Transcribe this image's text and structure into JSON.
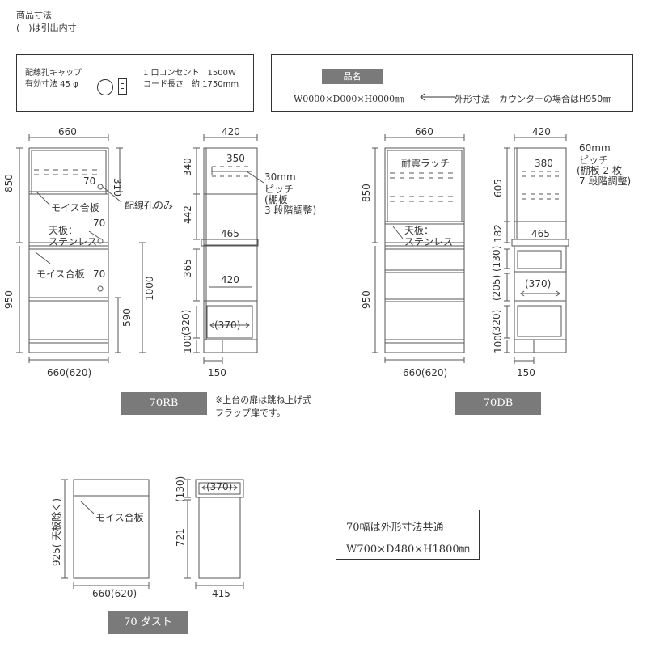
{
  "header": {
    "title": "商品寸法",
    "subtitle": "(　)は引出内寸"
  },
  "info_left": {
    "cap_label_1": "配線孔キャップ",
    "cap_label_2": "有効寸法 45 φ",
    "outlet_label_1": "1 口コンセント　1500W",
    "outlet_label_2": "コード長さ　約 1750mm"
  },
  "info_right": {
    "name_badge": "品名",
    "dim_format": "W0000×D000×H0000㎜",
    "arrow_note": "外形寸法　カウンターの場合はH950㎜"
  },
  "rb_front": {
    "width_top": "660",
    "width_bottom": "660(620)",
    "h_upper": "850",
    "h_lower": "950",
    "h_total": "1000",
    "h_door": "310",
    "h_drawer": "590",
    "hole_70_a": "70",
    "hole_70_b": "70",
    "hole_70_c": "70",
    "moisu_1": "モイス合板",
    "moisu_2": "モイス合板",
    "tenban": "天板：",
    "stainless": "ステンレス",
    "haisen": "配線孔のみ"
  },
  "rb_side": {
    "depth_top": "420",
    "inner_350": "350",
    "h_340": "340",
    "h_442": "442",
    "depth_465": "465",
    "h_365": "365",
    "inner_420": "420",
    "h_320": "(320)",
    "drawer_370": "(370)",
    "h_100": "100",
    "base_150": "150",
    "pitch_1": "30mm",
    "pitch_2": "ピッチ",
    "pitch_3": "(棚板",
    "pitch_4": "3 段階調整)"
  },
  "rb_badge": "70RB",
  "rb_note_1": "※上台の扉は跳ね上げ式",
  "rb_note_2": "フラップ扉です。",
  "db_front": {
    "width_top": "660",
    "width_bottom": "660(620)",
    "h_upper": "850",
    "h_lower": "950",
    "latch": "耐震ラッチ",
    "tenban": "天板：",
    "stainless": "ステンレス"
  },
  "db_side": {
    "depth_top": "420",
    "inner_380": "380",
    "h_605": "605",
    "h_182": "182",
    "depth_465": "465",
    "h_130": "(130)",
    "h_205": "(205)",
    "drawer_370": "(370)",
    "h_320": "(320)",
    "h_100": "100",
    "base_150": "150",
    "pitch_1": "60mm",
    "pitch_2": "ピッチ",
    "pitch_3": "(棚板 2 枚",
    "pitch_4": "7 段階調整)"
  },
  "db_badge": "70DB",
  "dust_front": {
    "h_925": "925( 天板除く)",
    "moisu": "モイス合板",
    "width_bottom": "660(620)"
  },
  "dust_side": {
    "h_130": "(130)",
    "drawer_370": "(370)",
    "h_721": "721",
    "depth_415": "415"
  },
  "dust_badge": "70 ダスト",
  "common_box": {
    "line1": "70幅は外形寸法共通",
    "line2": "W700×D480×H1800㎜"
  }
}
